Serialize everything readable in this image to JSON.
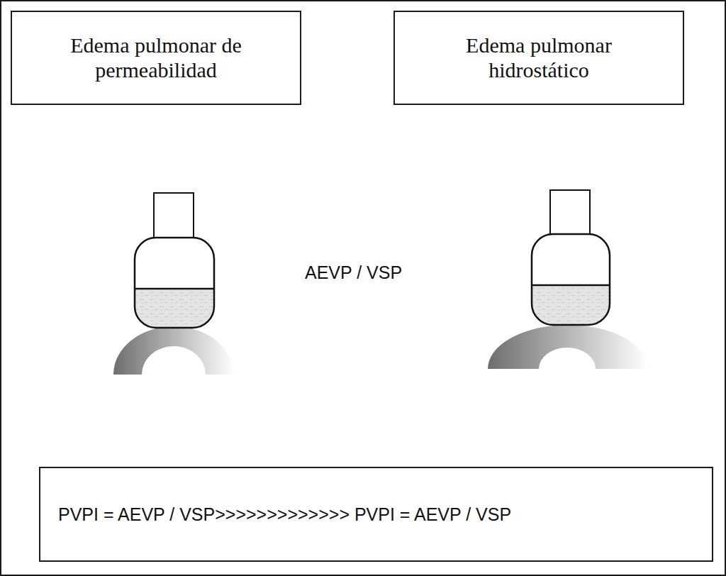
{
  "diagram": {
    "nodes": [
      {
        "text": [
          "Edema pulmonar de permeabilidad"
        ]
      },
      {
        "text": [
          "Edema pulmonar hidrostático"
        ]
      },
      {
        "text": [
          "PVPI = AEVP / VSP>>>>>>>>>>>>> PVPI = AEVP / VSP"
        ]
      }
    ],
    "labels": [
      "AEVP / VSP"
    ]
  }
}
